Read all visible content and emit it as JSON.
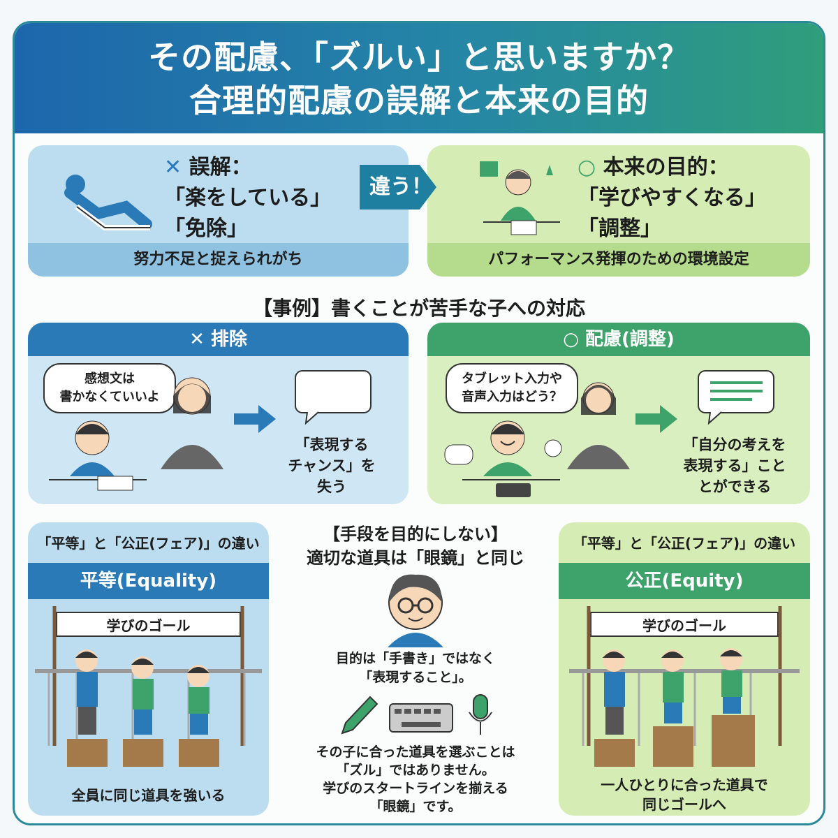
{
  "header": {
    "line1": "その配慮、「ズルい」と思いますか？",
    "line2": "合理的配慮の誤解と本来の目的"
  },
  "misconception": {
    "mark": "✕",
    "title": "誤解：",
    "line1": "「楽をしている」",
    "line2": "「免除」",
    "footer": "努力不足と捉えられがち"
  },
  "arrow_label": "違う！",
  "purpose": {
    "mark": "○",
    "title": "本来の目的：",
    "line1": "「学びやすくなる」",
    "line2": "「調整」",
    "footer": "パフォーマンス発揮のための環境設定"
  },
  "case_title": "【事例】書くことが苦手な子への対応",
  "exclusion": {
    "header": "✕ 排除",
    "speech": [
      "感想文は",
      "書かなくていいよ"
    ],
    "result": [
      "「表現する",
      "チャンス」を",
      "失う"
    ]
  },
  "accommodation": {
    "header": "○ 配慮(調整)",
    "speech": [
      "タブレット入力や",
      "音声入力はどう？"
    ],
    "result": [
      "「自分の考えを",
      "表現する」こと",
      "とができる"
    ]
  },
  "equality": {
    "label": "「平等」と「公正(フェア)」の違い",
    "header": "平等(Equality)",
    "goal": "学びのゴール",
    "caption": "全員に同じ道具を強いる"
  },
  "equity": {
    "label": "「平等」と「公正(フェア)」の違い",
    "header": "公正(Equity)",
    "goal": "学びのゴール",
    "caption": [
      "一人ひとりに合った道具で",
      "同じゴールへ"
    ]
  },
  "center": {
    "title1": "【手段を目的にしない】",
    "title2": "適切な道具は「眼鏡」と同じ",
    "text1": [
      "目的は「手書き」ではなく",
      "「表現すること」。"
    ],
    "text2": [
      "その子に合った道具を選ぶことは",
      "「ズル」ではありません。",
      "学びのスタートラインを揃える",
      "「眼鏡」です。"
    ]
  },
  "colors": {
    "blue": "#2a7ab8",
    "green": "#3ea36a",
    "light_blue": "#bcdcef",
    "light_green": "#d5ecb4"
  }
}
